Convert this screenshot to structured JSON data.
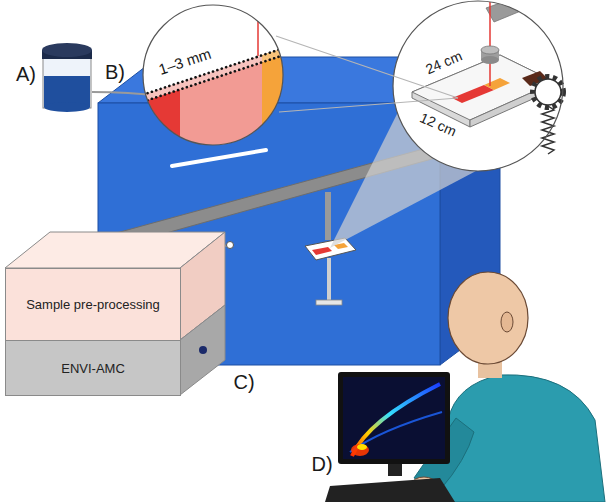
{
  "diagram": {
    "nodes": [
      {
        "text": [
          "Sample pre-processing"
        ]
      },
      {
        "text": [
          "ENVI-AMC"
        ]
      }
    ],
    "labels": [
      "A)",
      "B)",
      "C)",
      "D)",
      "1–3 mm",
      "24 cm",
      "12 cm"
    ]
  }
}
